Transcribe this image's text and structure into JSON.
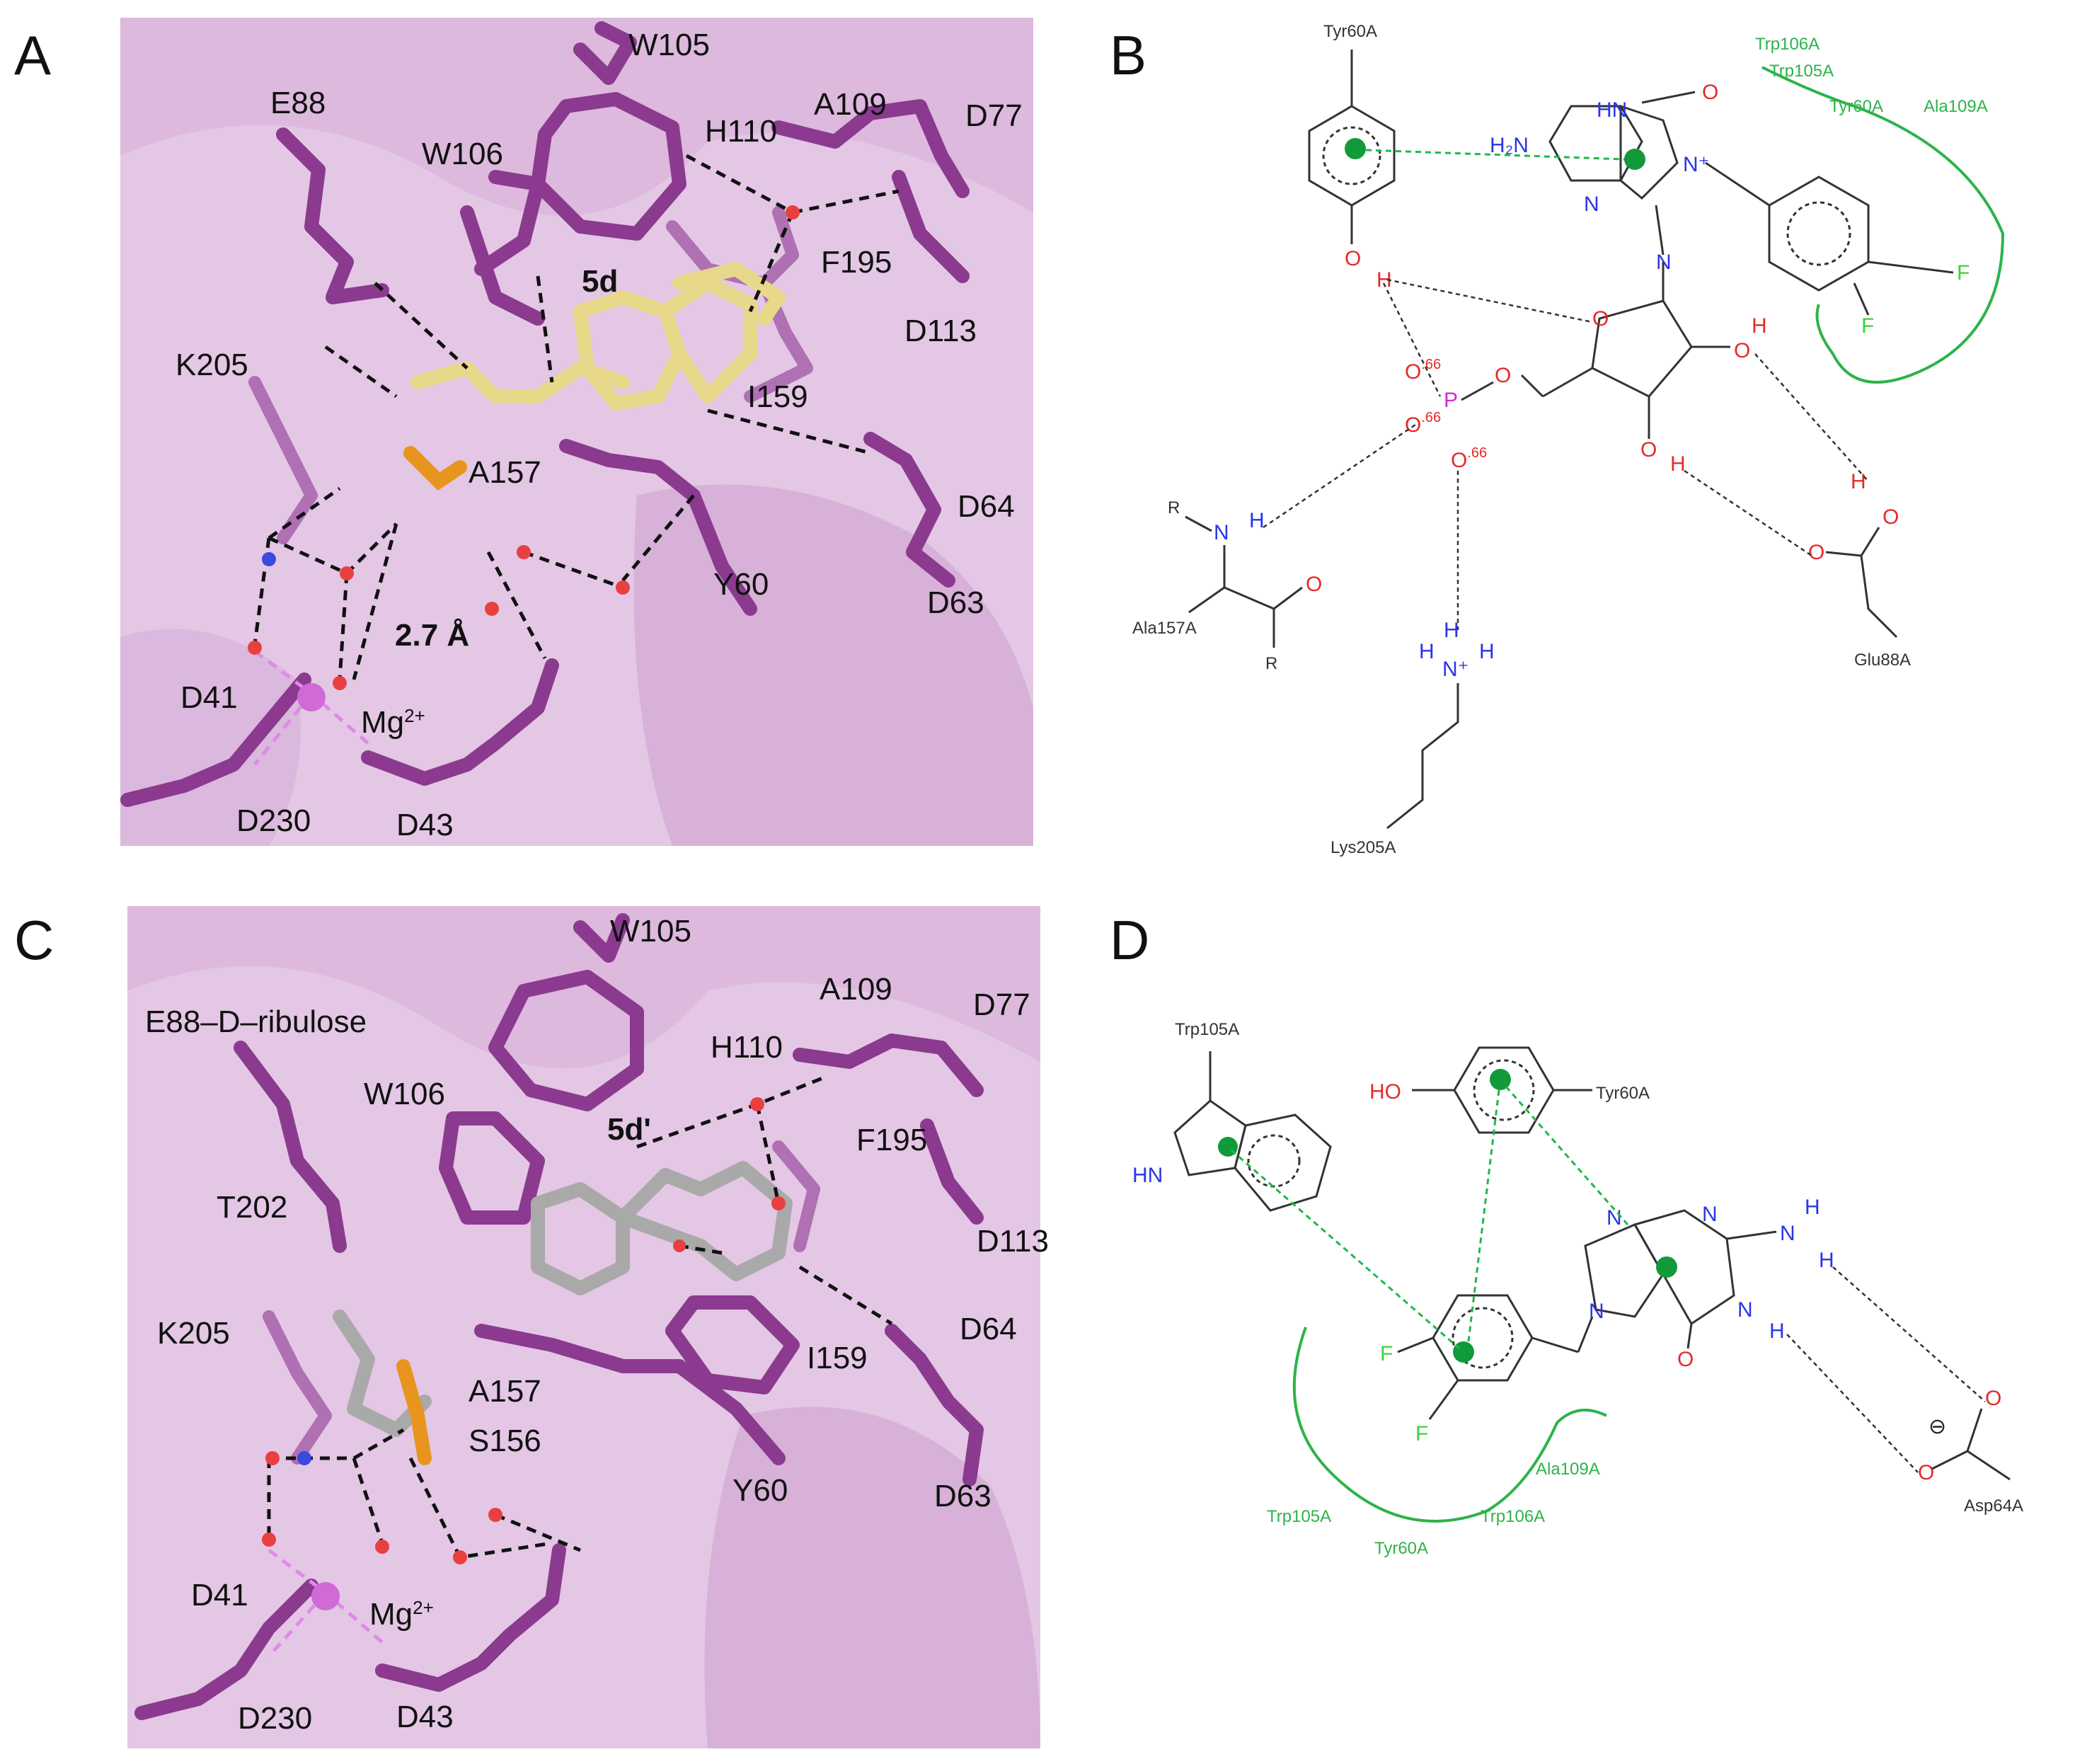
{
  "panels": {
    "A": {
      "label": "A",
      "residues": [
        "W105",
        "E88",
        "W106",
        "H110",
        "A109",
        "D77",
        "F195",
        "D113",
        "K205",
        "I159",
        "A157",
        "D64",
        "Y60",
        "D63",
        "D41",
        "D230",
        "D43"
      ],
      "ligand": "5d",
      "distance": "2.7 Å",
      "ion": "Mg",
      "ion_charge": "2+"
    },
    "B": {
      "label": "B",
      "residues": [
        "Tyr60A",
        "Ala157A",
        "Lys205A",
        "Glu88A"
      ],
      "hydrophobic": [
        "Trp106A",
        "Trp105A",
        "Tyr60A",
        "Ala109A"
      ],
      "charge": ".66",
      "r_group": "R"
    },
    "C": {
      "label": "C",
      "residues": [
        "W105",
        "A109",
        "D77",
        "E88–D–ribulose",
        "H110",
        "W106",
        "F195",
        "D113",
        "T202",
        "K205",
        "D64",
        "A157",
        "I159",
        "S156",
        "Y60",
        "D63",
        "D41",
        "D230",
        "D43"
      ],
      "ligand": "5d'",
      "ion": "Mg",
      "ion_charge": "2+"
    },
    "D": {
      "label": "D",
      "residues": [
        "Trp105A",
        "Tyr60A",
        "Asp64A"
      ],
      "hydrophobic": [
        "Ala109A",
        "Trp105A",
        "Trp106A",
        "Tyr60A"
      ],
      "minus": "⊖"
    }
  },
  "atoms": {
    "N": "N",
    "H": "H",
    "O": "O",
    "F": "F",
    "P": "P",
    "HN": "HN",
    "HO": "HO",
    "H2N": "H₂N",
    "N_plus": "N⁺",
    "NH": "N"
  }
}
